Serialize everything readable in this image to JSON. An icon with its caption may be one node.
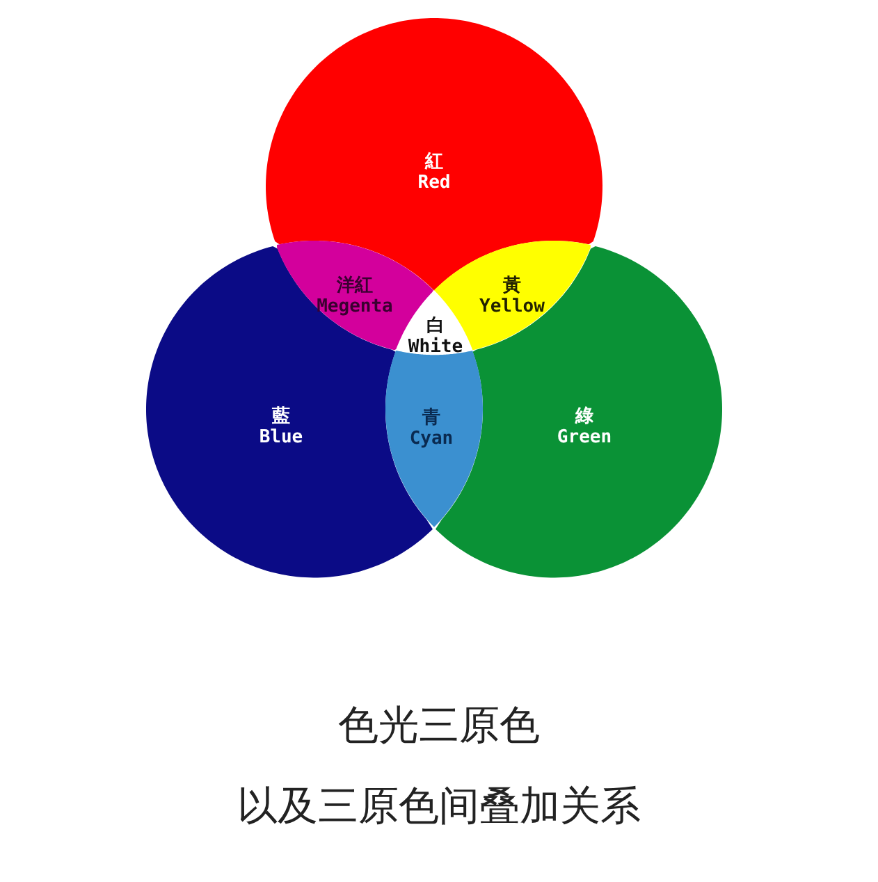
{
  "diagram": {
    "nodes": [
      {
        "text": [
          "紅",
          "Red"
        ]
      },
      {
        "text": [
          "洋紅",
          "Megenta"
        ]
      },
      {
        "text": [
          "黃",
          "Yellow"
        ]
      },
      {
        "text": [
          "白",
          "White"
        ]
      },
      {
        "text": [
          "藍",
          "Blue"
        ]
      },
      {
        "text": [
          "青",
          "Cyan"
        ]
      },
      {
        "text": [
          "綠",
          "Green"
        ]
      }
    ],
    "edges": [],
    "labels": [
      "色光三原色",
      "以及三原色间叠加关系"
    ]
  }
}
